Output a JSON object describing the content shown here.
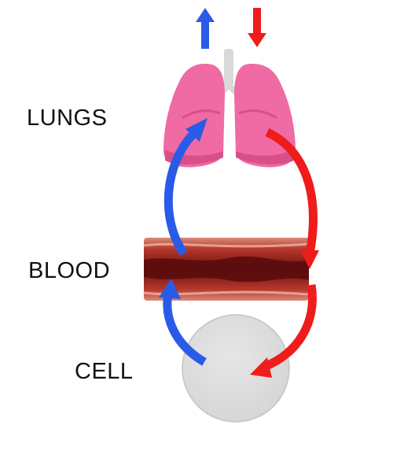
{
  "labels": {
    "lungs": "LUNGS",
    "blood": "BLOOD",
    "cell": "CELL"
  },
  "colors": {
    "exhale_arrow": "#2a5be8",
    "inhale_arrow": "#ef1c1c",
    "lung": "#f06aa3",
    "lung_shadow": "#d84f8a",
    "trachea": "#d9d9d9",
    "vessel_outer": "#c9604e",
    "vessel_inner": "#7a1414",
    "cell_fill": "#dedede",
    "cell_stroke": "#c4c4c4"
  },
  "icons": {
    "top_left": "up-arrow-icon",
    "top_right": "down-arrow-icon"
  }
}
